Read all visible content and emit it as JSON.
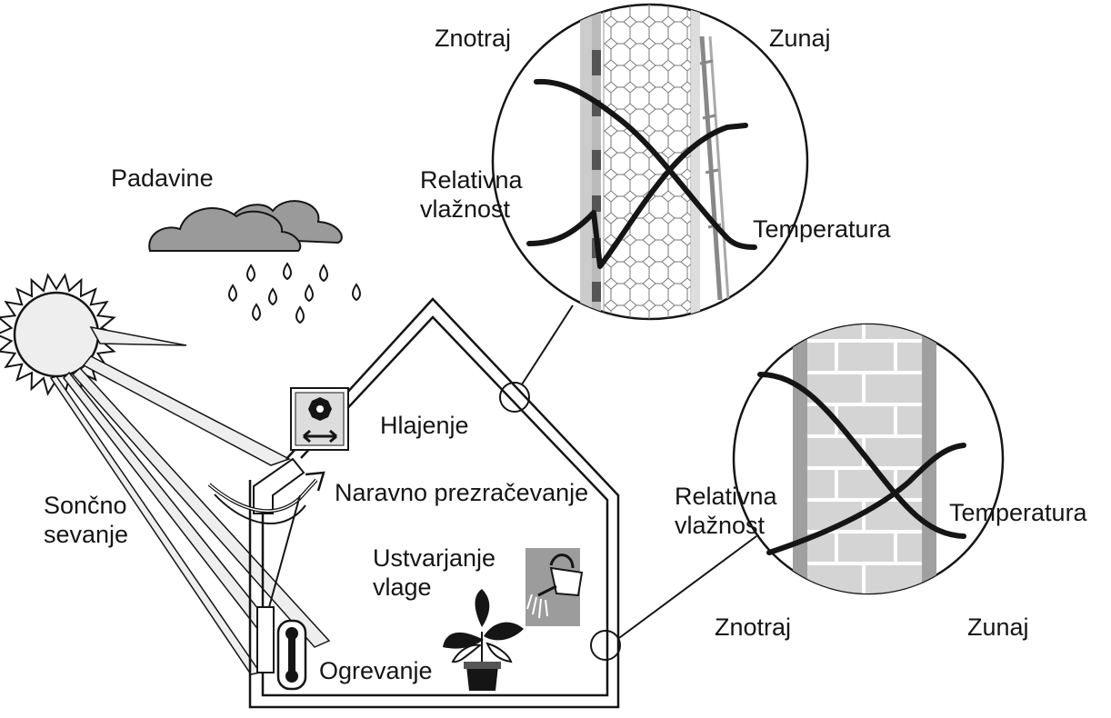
{
  "labels": {
    "padavine": "Padavine",
    "soncno_sevanje": "Sončno\nsevanje",
    "hlajenje": "Hlajenje",
    "naravno_prezracevanje": "Naravno prezračevanje",
    "ustvarjanje_vlage": "Ustvarjanje\nvlage",
    "ogrevanje": "Ogrevanje",
    "znotraj_top": "Znotraj",
    "zunaj_top": "Zunaj",
    "rel_vlaznost_top": "Relativna\nvlažnost",
    "temperatura_top": "Temperatura",
    "rel_vlaznost_bottom": "Relativna\nvlažnost",
    "temperatura_bottom": "Temperatura",
    "znotraj_bottom": "Znotraj",
    "zunaj_bottom": "Zunaj"
  },
  "icons": {
    "cloud": "cloud-icon",
    "sun": "sun-icon",
    "cooling_unit": "cooling-unit-icon",
    "heater": "radiator-icon",
    "plant": "potted-plant-icon",
    "watering_can": "watering-can-icon"
  },
  "colors": {
    "line": "#151515",
    "cloud_fill": "#9a9a9a",
    "wall_panel": "#d6d6d6",
    "brick": "#d4d4d4",
    "dark_strip": "#555555"
  }
}
